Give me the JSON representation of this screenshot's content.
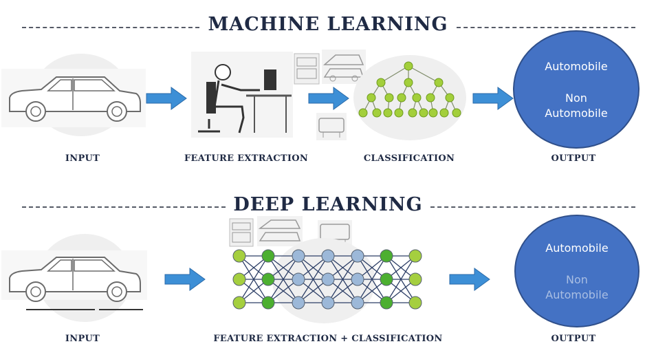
{
  "machine_learning": {
    "title": "MACHINE LEARNING",
    "stages": [
      "INPUT",
      "FEATURE EXTRACTION",
      "CLASSIFICATION",
      "OUTPUT"
    ],
    "output": {
      "class_1": "Automobile",
      "class_2_line1": "Non",
      "class_2_line2": "Automobile"
    }
  },
  "deep_learning": {
    "title": "DEEP LEARNING",
    "stages": [
      "INPUT",
      "FEATURE EXTRACTION + CLASSIFICATION",
      "OUTPUT"
    ],
    "output": {
      "class_1": "Automobile",
      "class_2_line1": "Non",
      "class_2_line2": "Automobile"
    }
  },
  "colors": {
    "title": "#1f2a44",
    "arrow": "#3d8fd6",
    "output_circle": "#4472c4",
    "tree_node": "#a3cf3b",
    "nn_green": "#a5cf3f",
    "nn_dark_green": "#4caf30",
    "nn_blue": "#9cb8d8"
  },
  "icons": [
    "car-icon",
    "person-at-computer-icon",
    "car-part-sketch-icon",
    "decision-tree-icon",
    "neural-network-icon",
    "arrow-right-icon"
  ]
}
